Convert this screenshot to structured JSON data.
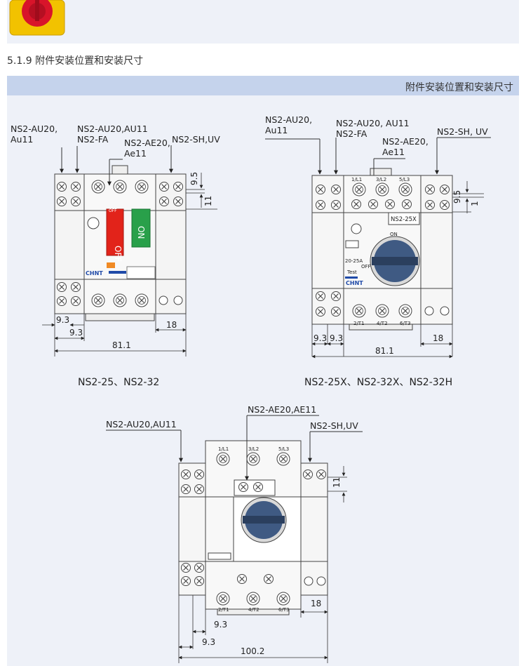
{
  "section_number_title": "5.1.9 附件安装位置和安装尺寸",
  "panel_header": "附件安装位置和安装尺寸",
  "diagram1": {
    "labels": {
      "au_left": "NS2-AU20,\nAu11",
      "au_fa": "NS2-AU20,AU11\nNS2-FA",
      "ae": "NS2-AE20,\nAe11",
      "sh": "NS2-SH,UV"
    },
    "dims": {
      "d95": "9.5",
      "d11": "11",
      "d93a": "9.3",
      "d93b": "9.3",
      "d18": "18",
      "d811": "81.1"
    },
    "caption": "NS2-25、NS2-32",
    "front": {
      "off": "OFF",
      "on": "ON",
      "brand": "CHNT"
    }
  },
  "diagram2": {
    "labels": {
      "au_left": "NS2-AU20,\nAu11",
      "au_fa": "NS2-AU20, AU11\nNS2-FA",
      "ae": "NS2-AE20,\nAe11",
      "sh": "NS2-SH, UV"
    },
    "dims": {
      "d95": "9.5",
      "d1": "1",
      "d93a": "9.3",
      "d93b": "9.3",
      "d18": "18",
      "d811": "81.1"
    },
    "caption": "NS2-25X、NS2-32X、NS2-32H",
    "front": {
      "model": "NS2-25X",
      "range": "20-25A",
      "on": "ON",
      "off": "OFF",
      "test": "Test",
      "brand": "CHNT",
      "terminals_top": [
        "1/L1",
        "3/L2",
        "5/L3"
      ],
      "terminals_bottom": [
        "2/T1",
        "4/T2",
        "6/T3"
      ]
    }
  },
  "diagram3": {
    "labels": {
      "au": "NS2-AU20,AU11",
      "ae": "NS2-AE20,AE11",
      "sh": "NS2-SH,UV"
    },
    "dims": {
      "d11": "11",
      "d18": "18",
      "d93a": "9.3",
      "d93b": "9.3",
      "d1002": "100.2"
    },
    "front": {
      "terminals_top": [
        "1/L1",
        "3/L2",
        "5/L3"
      ],
      "terminals_bottom": [
        "2/T1",
        "4/T2",
        "6/T3"
      ]
    }
  }
}
